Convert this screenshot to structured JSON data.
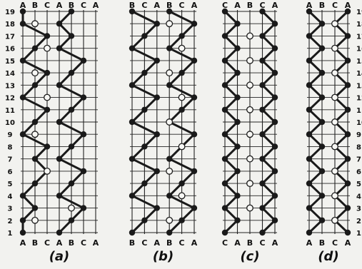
{
  "panels": [
    {
      "id": "a",
      "caption": "(a)",
      "top_letters": [
        "A",
        "B",
        "C",
        "A",
        "B",
        "C",
        "A"
      ],
      "bottom_letters": [
        "A",
        "B",
        "C",
        "A",
        "B",
        "C",
        "A"
      ],
      "row_numbers": [
        "19",
        "18",
        "17",
        "16",
        "15",
        "14",
        "13",
        "12",
        "11",
        "10",
        "9",
        "8",
        "7",
        "6",
        "5",
        "4",
        "3",
        "2",
        "1"
      ]
    },
    {
      "id": "b",
      "caption": "(b)",
      "top_letters": [
        "B",
        "C",
        "A",
        "B",
        "C",
        "A"
      ],
      "bottom_letters": [
        "B",
        "C",
        "A",
        "B",
        "C",
        "A"
      ],
      "row_numbers": []
    },
    {
      "id": "c",
      "caption": "(c)",
      "top_letters": [
        "C",
        "A",
        "B",
        "C",
        "A"
      ],
      "bottom_letters": [
        "C",
        "A",
        "B",
        "C",
        "A"
      ],
      "row_numbers": []
    },
    {
      "id": "d",
      "caption": "(d)",
      "top_letters": [
        "A",
        "B",
        "C",
        "A"
      ],
      "bottom_letters": [
        "A",
        "B",
        "C",
        "A"
      ],
      "row_numbers": [
        "19",
        "18",
        "17",
        "16",
        "15",
        "14",
        "13",
        "12",
        "11",
        "10",
        "9",
        "8",
        "7",
        "6",
        "5",
        "4",
        "3",
        "2",
        "1"
      ]
    }
  ]
}
